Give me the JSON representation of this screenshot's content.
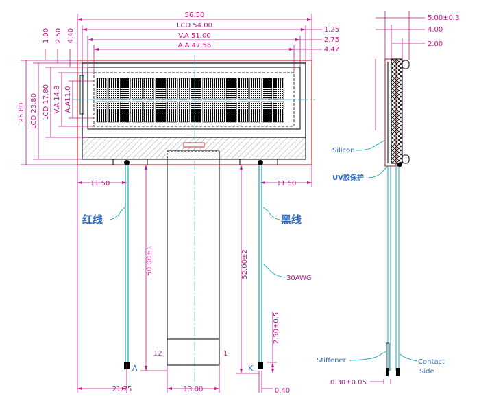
{
  "colors": {
    "dimension": "#c0148c",
    "outline": "#cc3a3a",
    "wire": "#1aa6b7",
    "label": "#2a6bc2",
    "body": "#000000",
    "center": "#49b6d6"
  },
  "top_dims": {
    "overall": "56.50",
    "lcd": "LCD 54.00",
    "va": "V.A 51.00",
    "aa": "A.A 47.56",
    "r1": "1.25",
    "r2": "2.75",
    "r3": "4.47"
  },
  "left_dims": {
    "d1": "1.00",
    "d2": "2.50",
    "d3": "4.40",
    "outer": "25.80",
    "lcd": "LCD 23.80",
    "lcd2": "LCD 17.80",
    "va": "V.A 14.8",
    "aa": "A.A11.0"
  },
  "side_dims": {
    "d1": "5.00±0.3",
    "d2": "4.00",
    "d3": "2.00",
    "bottom": "0.30±0.05"
  },
  "side_labels": {
    "silicon": "Silicon",
    "uv": "UV胶保护",
    "stiffener": "Stiffener",
    "contact1": "Contact",
    "contact2": "Side"
  },
  "labels": {
    "red_wire": "红线",
    "black_wire": "黑线",
    "awg": "30AWG",
    "pin12": "12",
    "pin1": "1",
    "anode": "A",
    "cathode": "K"
  },
  "bottom_dims": {
    "left_off": "11.50",
    "right_off": "11.50",
    "wire_len_left": "50.00±1",
    "wire_len_right": "52.00±2",
    "strip": "2.50±0.5",
    "d_left": "21.75",
    "d_fpc": "13.00",
    "d_right": "0.40"
  }
}
